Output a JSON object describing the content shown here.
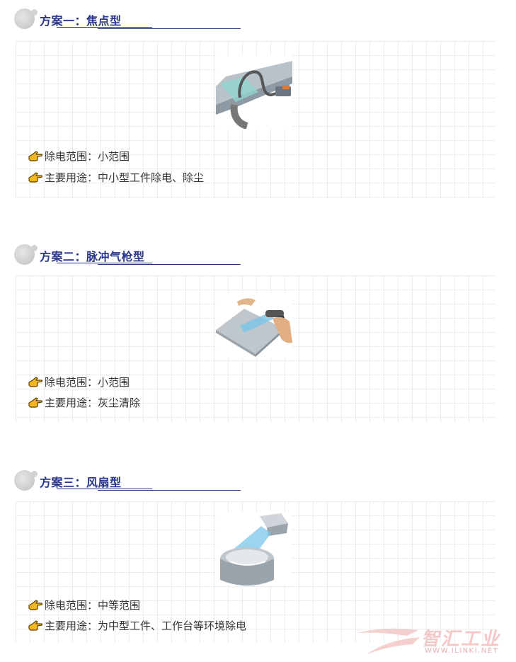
{
  "sections": [
    {
      "title": "方案一：焦点型",
      "items": [
        {
          "label": "除电范围：",
          "value": "小范围"
        },
        {
          "label": "主要用途：",
          "value": "中小型工件除电、除尘"
        }
      ]
    },
    {
      "title": "方案二：脉冲气枪型",
      "items": [
        {
          "label": "除电范围：",
          "value": "小范围"
        },
        {
          "label": "主要用途：",
          "value": "灰尘清除"
        }
      ]
    },
    {
      "title": "方案三：风扇型",
      "items": [
        {
          "label": "除电范围：",
          "value": "中等范围"
        },
        {
          "label": "主要用途：",
          "value": "为中型工件、工作台等环境除电"
        }
      ]
    }
  ],
  "watermark": {
    "logo": "智汇工业",
    "url": "WWW.ILINKI.NET"
  },
  "colors": {
    "title": "#29358a",
    "hand_fill": "#f2b81e",
    "grid_line": "#ececec"
  }
}
